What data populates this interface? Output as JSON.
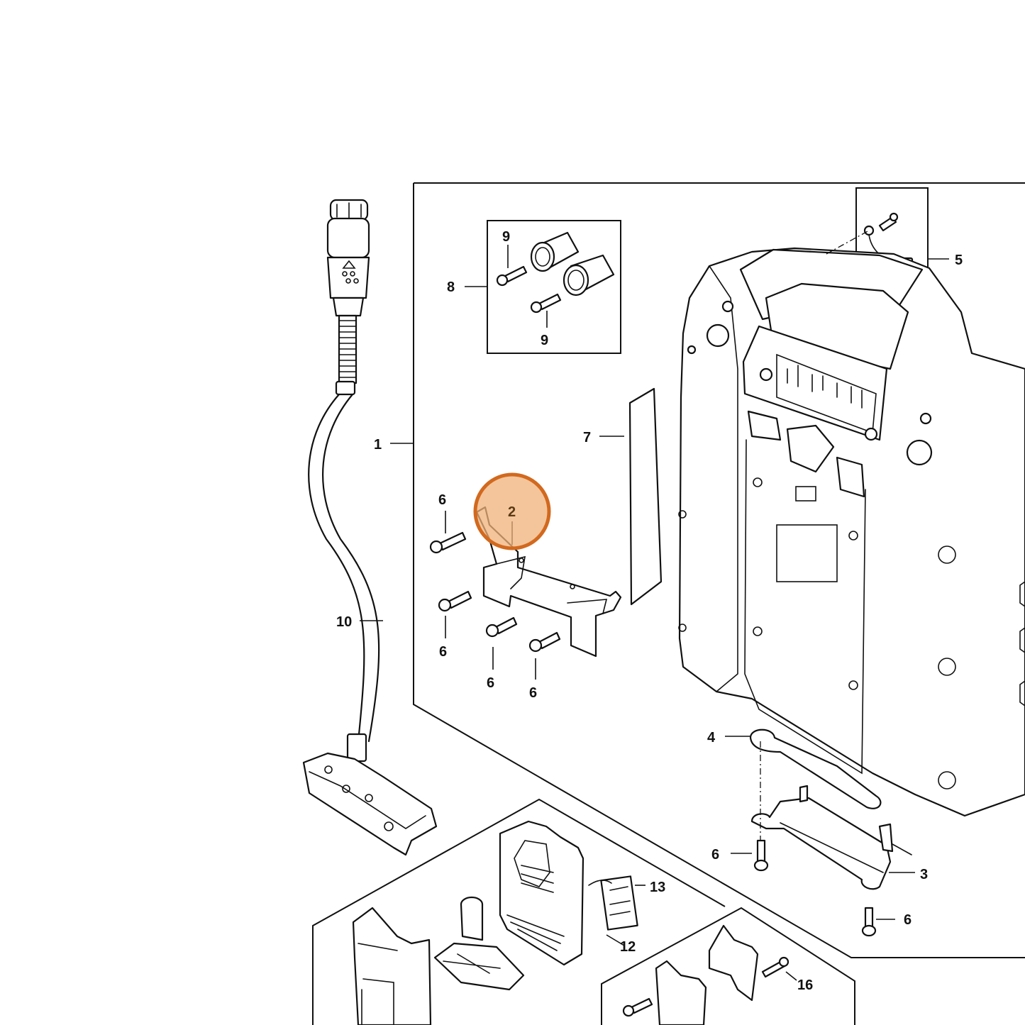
{
  "highlight": {
    "color": "#D2691E",
    "fill": "#F0B27A",
    "callout": "2"
  },
  "callouts": {
    "c1": "1",
    "c2": "2",
    "c3": "3",
    "c4": "4",
    "c5": "5",
    "c6": "6",
    "c7": "7",
    "c8": "8",
    "c9": "9",
    "c10": "10",
    "c12": "12",
    "c13": "13",
    "c16": "16"
  }
}
